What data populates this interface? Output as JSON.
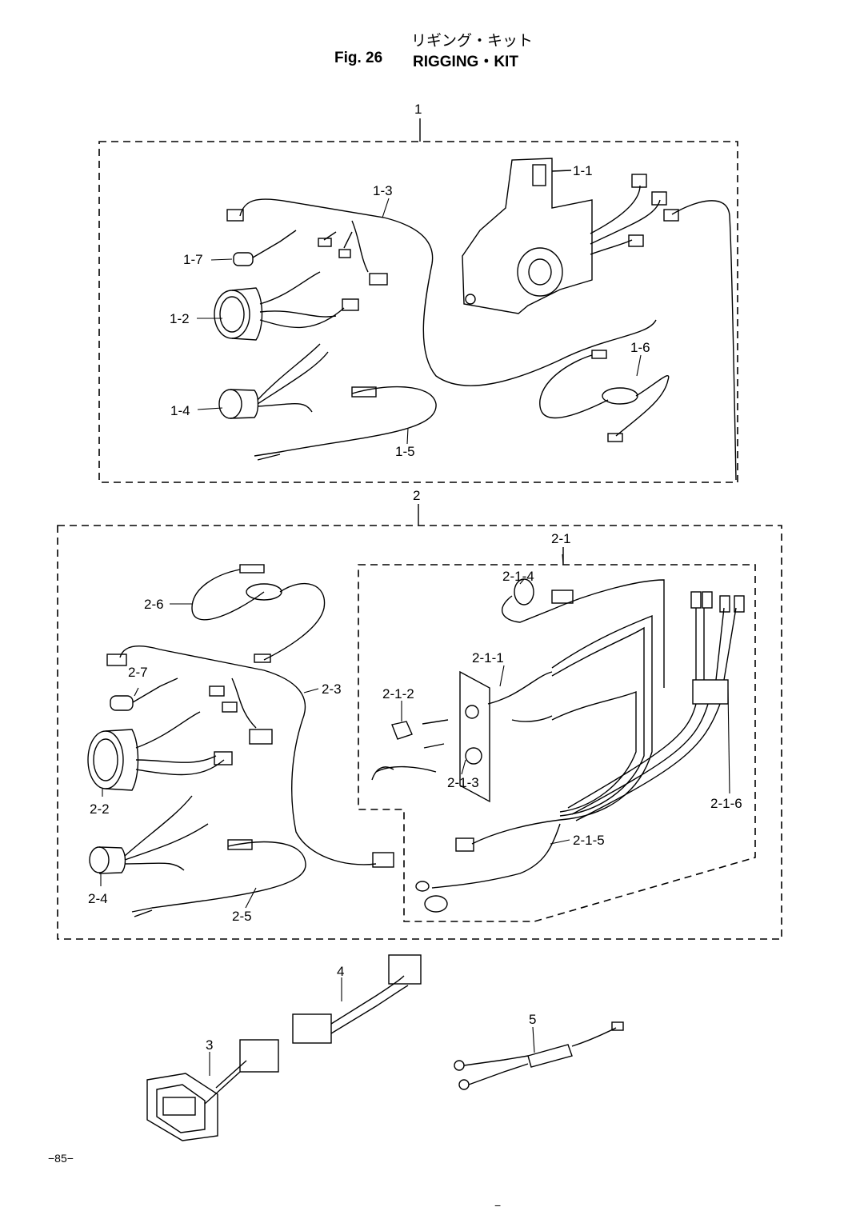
{
  "title": {
    "japanese": "リギング・キット",
    "figure": "Fig. 26",
    "english": "RIGGING・KIT"
  },
  "labels": {
    "k1": "1",
    "k1_1": "1-1",
    "k1_2": "1-2",
    "k1_3": "1-3",
    "k1_4": "1-4",
    "k1_5": "1-5",
    "k1_6": "1-6",
    "k1_7": "1-7",
    "k2": "2",
    "k2_1": "2-1",
    "k2_1_1": "2-1-1",
    "k2_1_2": "2-1-2",
    "k2_1_3": "2-1-3",
    "k2_1_4": "2-1-4",
    "k2_1_5": "2-1-5",
    "k2_1_6": "2-1-6",
    "k2_2": "2-2",
    "k2_3": "2-3",
    "k2_4": "2-4",
    "k2_5": "2-5",
    "k2_6": "2-6",
    "k2_7": "2-7",
    "k3": "3",
    "k4": "4",
    "k5": "5"
  },
  "page_number": "−85−",
  "footer_mark": "−"
}
